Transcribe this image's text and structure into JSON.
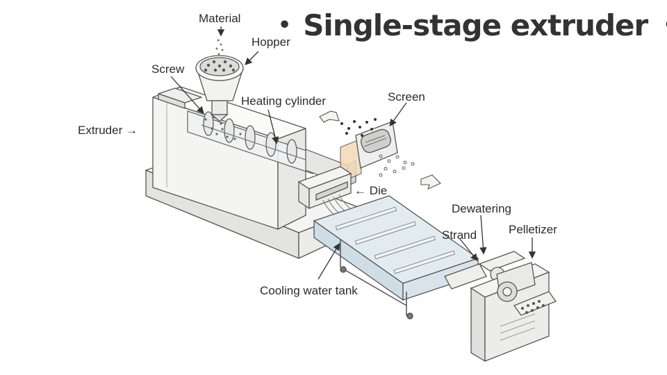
{
  "title": {
    "bullet": "•",
    "text": "Single-stage extruder"
  },
  "labels": {
    "material": "Material",
    "hopper": "Hopper",
    "screw": "Screw",
    "heating_cylinder": "Heating cylinder",
    "screen": "Screen",
    "extruder": "Extruder",
    "die": "Die",
    "dewatering": "Dewatering",
    "strand": "Strand",
    "pelletizer": "Pelletizer",
    "cooling_water_tank": "Cooling water tank"
  },
  "arrows": {
    "right_arrow": "→",
    "left_arrow": "←"
  },
  "colors": {
    "line": "#555555",
    "machine_fill": "#f4f4f2",
    "machine_shade": "#e3e3e0",
    "tank_fill": "#e2ebf0",
    "tank_water": "#cfdde6",
    "pellet": "#555555",
    "screen_accent": "#f2d9b8"
  }
}
